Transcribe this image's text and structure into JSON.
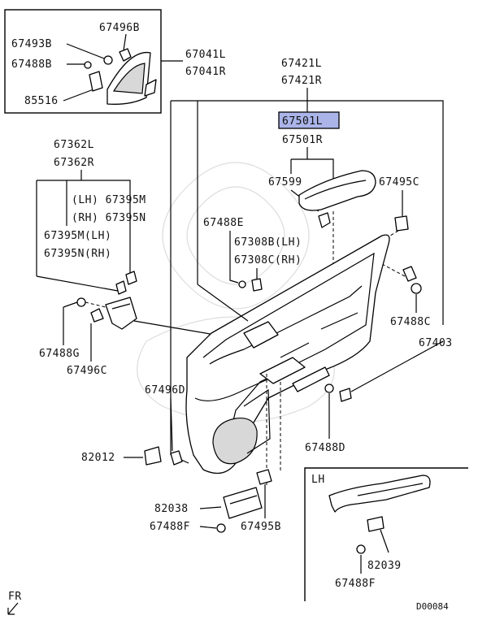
{
  "labels": {
    "p67496B": "67496B",
    "p67493B": "67493B",
    "p67488B": "67488B",
    "p85516": "85516",
    "p67041L": "67041L",
    "p67041R": "67041R",
    "p67421L": "67421L",
    "p67421R": "67421R",
    "p67501L": "67501L",
    "p67501R": "67501R",
    "p67362L": "67362L",
    "p67362R": "67362R",
    "lh67395M": "(LH) 67395M",
    "rh67395N": "(RH) 67395N",
    "p67395M_lh": "67395M(LH)",
    "p67395N_rh": "67395N(RH)",
    "p67599": "67599",
    "p67495C": "67495C",
    "p67488E": "67488E",
    "p67308B": "67308B(LH)",
    "p67308C": "67308C(RH)",
    "p67488C": "67488C",
    "p67403": "67403",
    "p67488G": "67488G",
    "p67496C": "67496C",
    "p67496D": "67496D",
    "p67488D": "67488D",
    "p82012": "82012",
    "p82038": "82038",
    "p67488F": "67488F",
    "p67495B": "67495B",
    "lh_title": "LH",
    "p82039": "82039",
    "p67488F_lh": "67488F",
    "fr": "FR",
    "code": "D00084"
  },
  "colors": {
    "highlight": "#aab4e8",
    "line": "#000000"
  }
}
